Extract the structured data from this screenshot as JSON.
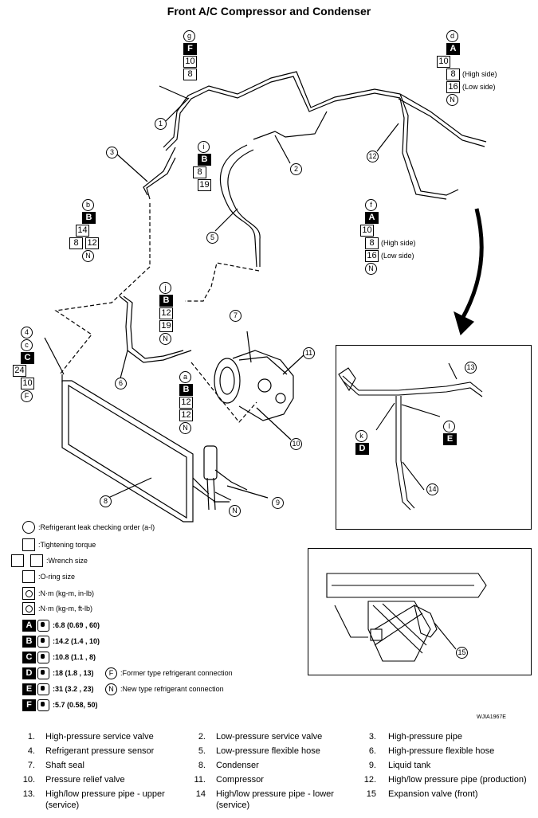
{
  "title": "Front A/C Compressor and Condenser",
  "figure_code": "WJIA1967E",
  "specs": {
    "g": {
      "letter": "g",
      "code": "F",
      "wrench": "10",
      "oring": "8"
    },
    "d": {
      "letter": "d",
      "code": "A",
      "wrench": "10",
      "oring_high": "8",
      "oring_low": "16",
      "high": "(High side)",
      "low": "(Low side)",
      "type": "N"
    },
    "i": {
      "letter": "i",
      "code": "B",
      "wrench": "8",
      "oring": "19"
    },
    "b": {
      "letter": "b",
      "code": "B",
      "wrench": "14",
      "wrench2": "8",
      "oring": "12",
      "type": "N"
    },
    "f": {
      "letter": "f",
      "code": "A",
      "wrench": "10",
      "oring_high": "8",
      "oring_low": "16",
      "high": "(High side)",
      "low": "(Low side)",
      "type": "N"
    },
    "j": {
      "letter": "j",
      "code": "B",
      "wrench": "12",
      "oring": "19",
      "type": "N"
    },
    "c": {
      "num": "4",
      "letter": "c",
      "code": "C",
      "wrench": "24",
      "oring": "10",
      "type": "F"
    },
    "a": {
      "letter": "a",
      "code": "B",
      "wrench": "12",
      "oring": "12",
      "type": "N"
    },
    "k": {
      "letter": "k",
      "code": "D"
    },
    "l": {
      "letter": "l",
      "code": "E"
    }
  },
  "callouts": {
    "c1": "1",
    "c2": "2",
    "c3": "3",
    "c5": "5",
    "c6": "6",
    "c7": "7",
    "c8": "8",
    "c9": "9",
    "c10": "10",
    "c11": "11",
    "c12": "12",
    "c13": "13",
    "c14": "14",
    "c15": "15",
    "cN": "N"
  },
  "legend": {
    "leak": "Refrigerant leak checking order (a-l)",
    "torque": "Tightening torque",
    "wrench": "Wrench size",
    "oring": "O-ring size",
    "nm_in": "N·m (kg-m, in-lb)",
    "nm_ft": "N·m (kg-m, ft-lb)",
    "items": [
      {
        "code": "A",
        "value": "6.8 (0.69 , 60)"
      },
      {
        "code": "B",
        "value": "14.2 (1.4 , 10)"
      },
      {
        "code": "C",
        "value": "10.8 (1.1 , 8)"
      },
      {
        "code": "D",
        "value": "18 (1.8 , 13)"
      },
      {
        "code": "E",
        "value": "31 (3.2 , 23)"
      },
      {
        "code": "F",
        "value": "5.7 (0.58, 50)"
      }
    ],
    "former_sym": "F",
    "former": "Former type refrigerant connection",
    "new_sym": "N",
    "new": "New type refrigerant connection"
  },
  "parts": [
    {
      "n": "1.",
      "label": "High-pressure service valve"
    },
    {
      "n": "2.",
      "label": "Low-pressure service valve"
    },
    {
      "n": "3.",
      "label": "High-pressure pipe"
    },
    {
      "n": "4.",
      "label": "Refrigerant pressure sensor"
    },
    {
      "n": "5.",
      "label": "Low-pressure flexible hose"
    },
    {
      "n": "6.",
      "label": "High-pressure flexible hose"
    },
    {
      "n": "7.",
      "label": "Shaft seal"
    },
    {
      "n": "8.",
      "label": "Condenser"
    },
    {
      "n": "9.",
      "label": "Liquid tank"
    },
    {
      "n": "10.",
      "label": "Pressure relief valve"
    },
    {
      "n": "11.",
      "label": "Compressor"
    },
    {
      "n": "12.",
      "label": "High/low pressure pipe (production)"
    },
    {
      "n": "13.",
      "label": "High/low pressure pipe - upper (service)"
    },
    {
      "n": "14",
      "label": "High/low pressure pipe - lower (service)"
    },
    {
      "n": "15",
      "label": "Expansion valve (front)"
    }
  ]
}
